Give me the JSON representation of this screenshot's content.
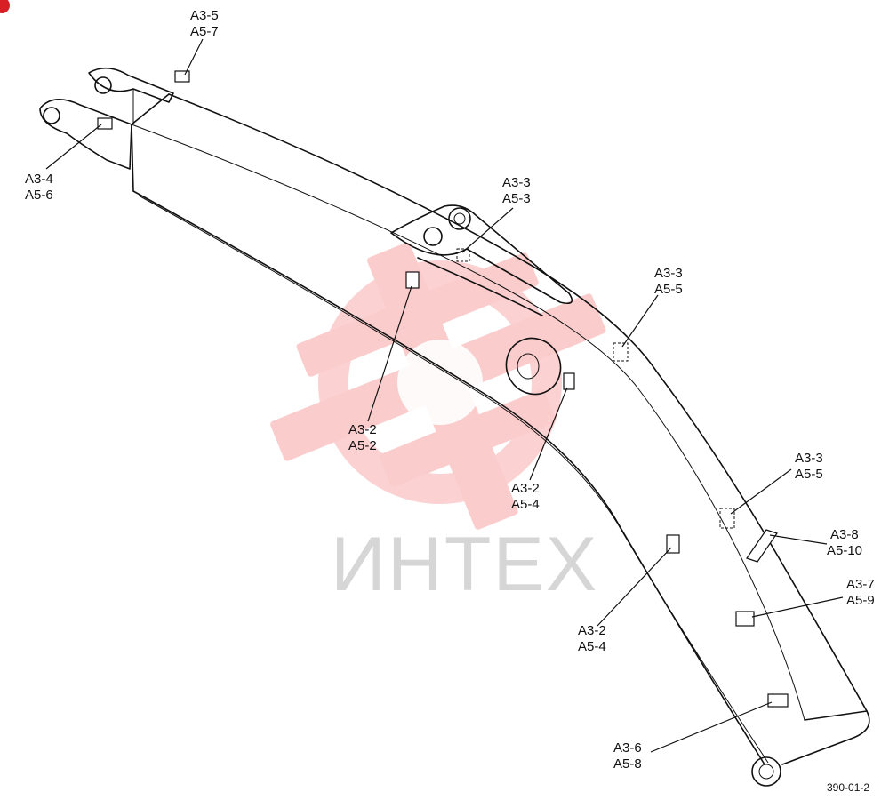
{
  "figure_number": "390-01-2",
  "watermark": {
    "text": "ИНТЕХ",
    "color": "#f28c8c"
  },
  "callouts": [
    {
      "id": "c1",
      "line1": "A3-5",
      "line2": "A5-7"
    },
    {
      "id": "c2",
      "line1": "A3-4",
      "line2": "A5-6"
    },
    {
      "id": "c3",
      "line1": "A3-3",
      "line2": "A5-3"
    },
    {
      "id": "c4",
      "line1": "A3-3",
      "line2": "A5-5"
    },
    {
      "id": "c5",
      "line1": "A3-2",
      "line2": "A5-2"
    },
    {
      "id": "c6",
      "line1": "A3-2",
      "line2": "A5-4"
    },
    {
      "id": "c7",
      "line1": "A3-3",
      "line2": "A5-5"
    },
    {
      "id": "c8",
      "line1": "A3-8",
      "line2": "A5-10"
    },
    {
      "id": "c9",
      "line1": "A3-7",
      "line2": "A5-9"
    },
    {
      "id": "c10",
      "line1": "A3-2",
      "line2": "A5-4"
    },
    {
      "id": "c11",
      "line1": "A3-6",
      "line2": "A5-8"
    }
  ]
}
